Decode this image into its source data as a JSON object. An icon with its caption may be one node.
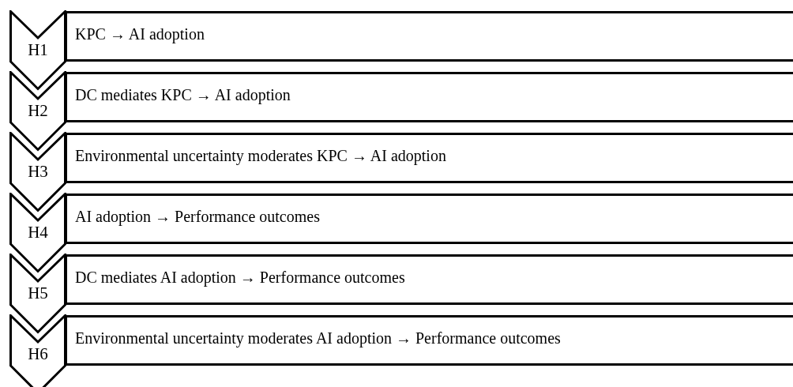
{
  "diagram": {
    "nodes": [
      {
        "text": [
          "H1"
        ]
      },
      {
        "text": [
          "KPC → AI adoption"
        ]
      },
      {
        "text": [
          "H2"
        ]
      },
      {
        "text": [
          "DC mediates KPC → AI adoption"
        ]
      },
      {
        "text": [
          "H3"
        ]
      },
      {
        "text": [
          "Environmental uncertainty moderates KPC → AI adoption"
        ]
      },
      {
        "text": [
          "H4"
        ]
      },
      {
        "text": [
          "AI adoption → Performance outcomes"
        ]
      },
      {
        "text": [
          "H5"
        ]
      },
      {
        "text": [
          "DC mediates AI adoption → Performance outcomes"
        ]
      },
      {
        "text": [
          "H6"
        ]
      },
      {
        "text": [
          "Environmental uncertainty moderates AI adoption → Performance outcomes"
        ]
      }
    ]
  }
}
